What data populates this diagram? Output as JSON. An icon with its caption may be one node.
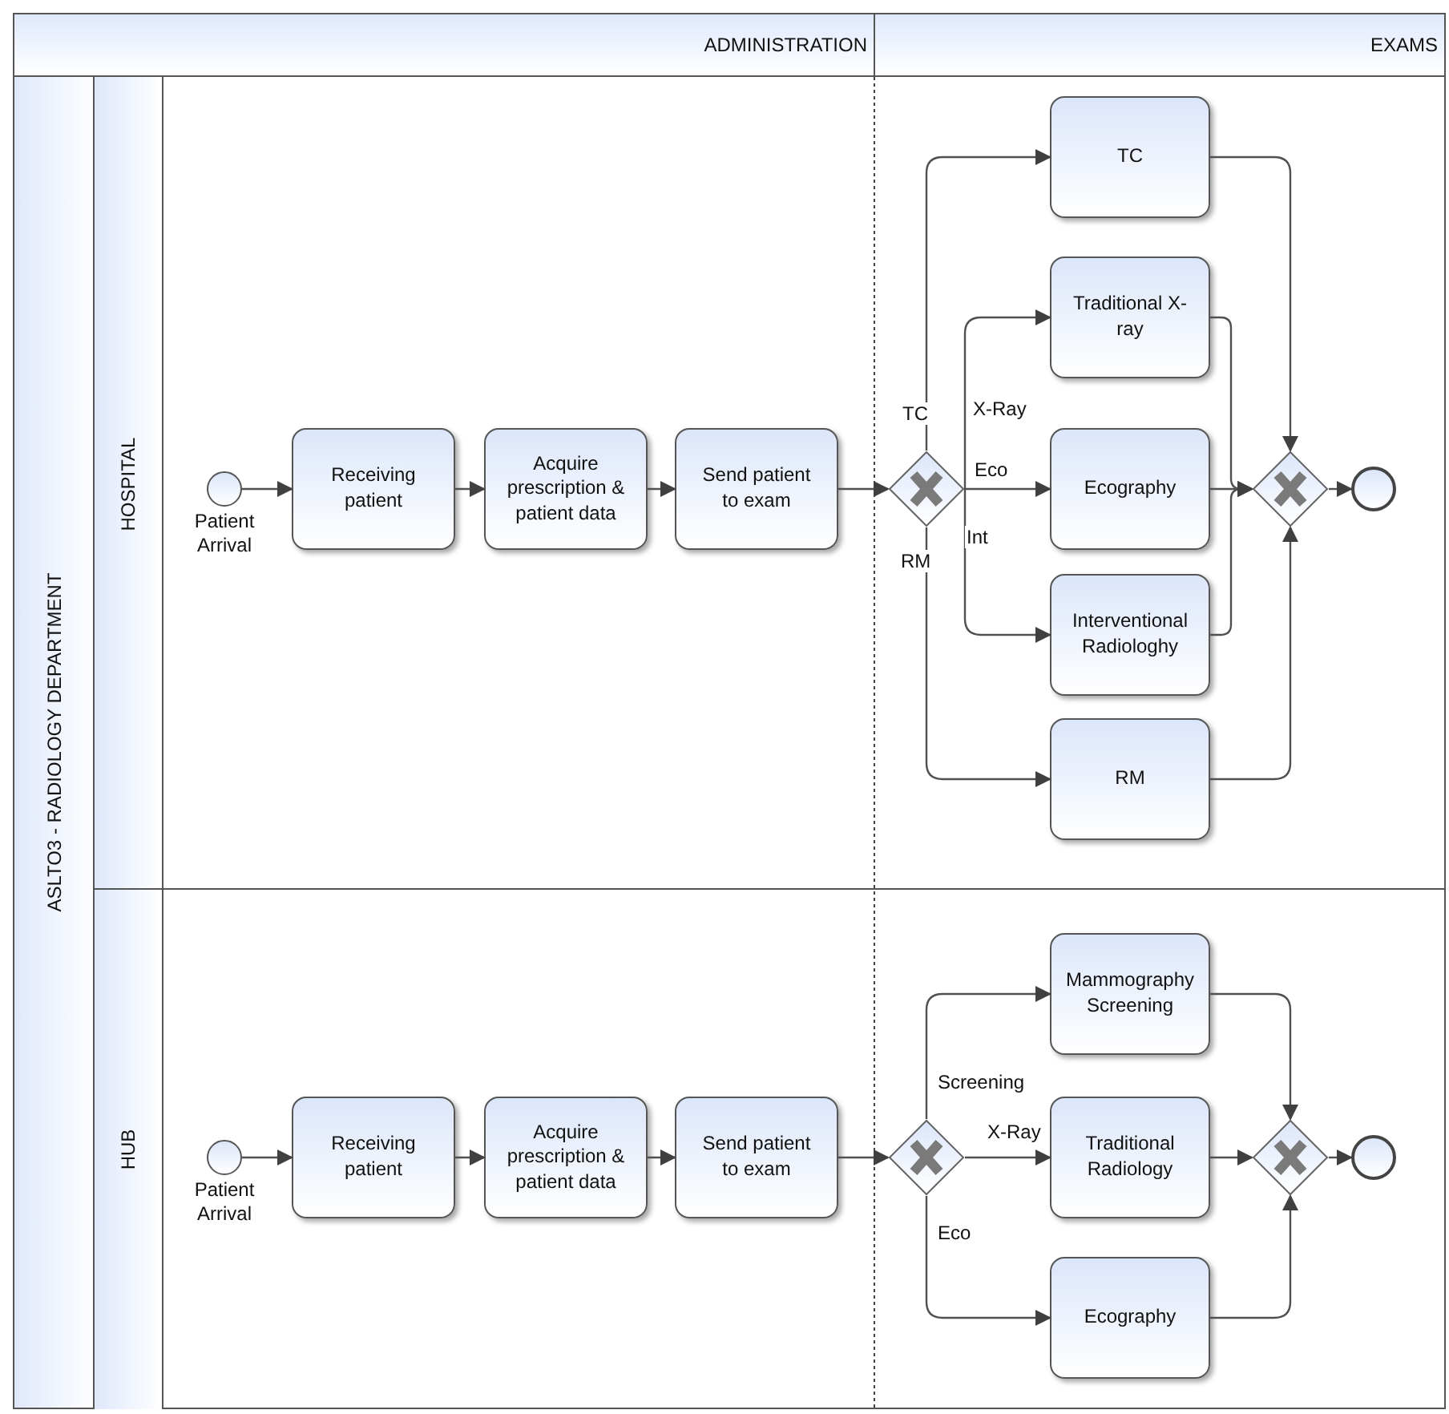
{
  "diagram": {
    "nodes": [
      {
        "text": [
          "ADMINISTRATION"
        ]
      },
      {
        "text": [
          "EXAMS"
        ]
      },
      {
        "text": [
          "ASLTO3 - RADIOLOGY DEPARTMENT"
        ]
      },
      {
        "text": [
          "HOSPITAL"
        ],
        "in": 2
      },
      {
        "text": [],
        "shape": "circle",
        "beside": [
          "Patient Arrival"
        ],
        "in": 3
      },
      {
        "text": [
          "Receiving patient"
        ],
        "in": 3
      },
      {
        "text": [
          "Acquire prescription & patient data"
        ],
        "in": 3
      },
      {
        "text": [
          "Send patient to exam"
        ],
        "in": 3
      },
      {
        "text": [],
        "shape": "diamond",
        "in": 3
      },
      {
        "text": [
          "TC"
        ],
        "in": 3
      },
      {
        "text": [
          "Traditional X-ray"
        ],
        "in": 3
      },
      {
        "text": [
          "Ecography"
        ],
        "in": 3
      },
      {
        "text": [
          "Interventional Radiologhy"
        ],
        "in": 3
      },
      {
        "text": [
          "RM"
        ],
        "in": 3
      },
      {
        "text": [],
        "shape": "diamond",
        "in": 3
      },
      {
        "text": [],
        "shape": "circle",
        "in": 3
      },
      {
        "text": [
          "HUB"
        ],
        "in": 2
      },
      {
        "text": [],
        "shape": "circle",
        "beside": [
          "Patient Arrival"
        ],
        "in": 16
      },
      {
        "text": [
          "Receiving patient"
        ],
        "in": 16
      },
      {
        "text": [
          "Acquire prescription & patient data"
        ],
        "in": 16
      },
      {
        "text": [
          "Send patient to exam"
        ],
        "in": 16
      },
      {
        "text": [],
        "shape": "diamond",
        "in": 16
      },
      {
        "text": [
          "Mammography Screening"
        ],
        "in": 16
      },
      {
        "text": [
          "Traditional Radiology"
        ],
        "in": 16
      },
      {
        "text": [
          "Ecography"
        ],
        "in": 16
      },
      {
        "text": [],
        "shape": "diamond",
        "in": 16
      },
      {
        "text": [],
        "shape": "circle",
        "in": 16
      }
    ],
    "edges": [
      {
        "from": 4,
        "to": 5,
        "arrow": "to"
      },
      {
        "from": 5,
        "to": 6,
        "arrow": "to"
      },
      {
        "from": 6,
        "to": 7,
        "arrow": "to"
      },
      {
        "from": 7,
        "to": 8,
        "arrow": "to"
      },
      {
        "from": 8,
        "to": 9,
        "label": "TC",
        "arrow": "to"
      },
      {
        "from": 8,
        "to": 10,
        "label": "X-Ray",
        "arrow": "to"
      },
      {
        "from": 8,
        "to": 11,
        "label": "Eco",
        "arrow": "to"
      },
      {
        "from": 8,
        "to": 12,
        "label": "Int",
        "arrow": "to"
      },
      {
        "from": 8,
        "to": 13,
        "label": "RM",
        "arrow": "to"
      },
      {
        "from": 9,
        "to": 14,
        "arrow": "to"
      },
      {
        "from": 10,
        "to": 14,
        "arrow": "to"
      },
      {
        "from": 11,
        "to": 14,
        "arrow": "to"
      },
      {
        "from": 12,
        "to": 14,
        "arrow": "to"
      },
      {
        "from": 13,
        "to": 14,
        "arrow": "to"
      },
      {
        "from": 14,
        "to": 15,
        "arrow": "to"
      },
      {
        "from": 17,
        "to": 18,
        "arrow": "to"
      },
      {
        "from": 18,
        "to": 19,
        "arrow": "to"
      },
      {
        "from": 19,
        "to": 20,
        "arrow": "to"
      },
      {
        "from": 20,
        "to": 21,
        "arrow": "to"
      },
      {
        "from": 21,
        "to": 22,
        "label": "Screening",
        "arrow": "to"
      },
      {
        "from": 21,
        "to": 23,
        "label": "X-Ray",
        "arrow": "to"
      },
      {
        "from": 21,
        "to": 24,
        "label": "Eco",
        "arrow": "to"
      },
      {
        "from": 22,
        "to": 25,
        "arrow": "to"
      },
      {
        "from": 23,
        "to": 25,
        "arrow": "to"
      },
      {
        "from": 24,
        "to": 25,
        "arrow": "to"
      },
      {
        "from": 25,
        "to": 26,
        "arrow": "to"
      }
    ]
  }
}
